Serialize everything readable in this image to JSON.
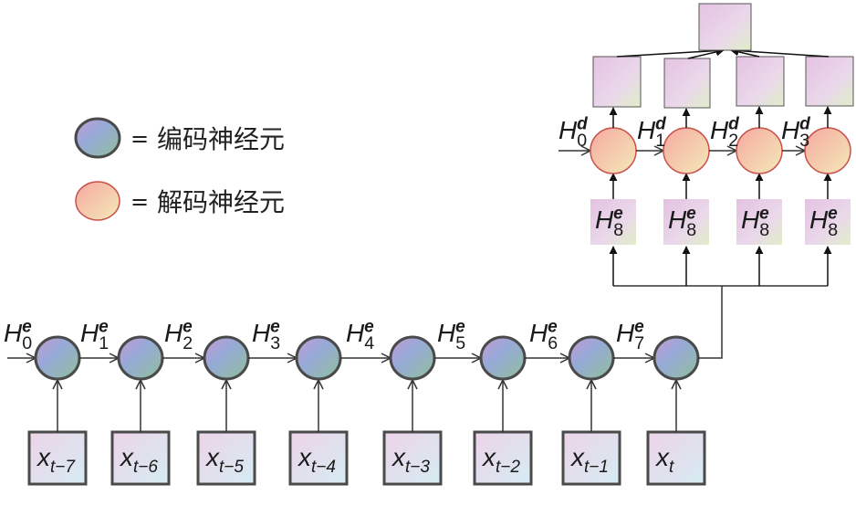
{
  "legend": {
    "items": [
      {
        "symbol": "=",
        "label": "编码神经元",
        "kind": "encoder"
      },
      {
        "symbol": "=",
        "label": "解码神经元",
        "kind": "decoder"
      }
    ]
  },
  "encoder": {
    "states": [
      {
        "base": "H",
        "sub": "0",
        "sup": "e"
      },
      {
        "base": "H",
        "sub": "1",
        "sup": "e"
      },
      {
        "base": "H",
        "sub": "2",
        "sup": "e"
      },
      {
        "base": "H",
        "sub": "3",
        "sup": "e"
      },
      {
        "base": "H",
        "sub": "4",
        "sup": "e"
      },
      {
        "base": "H",
        "sub": "5",
        "sup": "e"
      },
      {
        "base": "H",
        "sub": "6",
        "sup": "e"
      },
      {
        "base": "H",
        "sub": "7",
        "sup": "e"
      }
    ],
    "inputs": [
      {
        "base": "x",
        "sub": "t−7"
      },
      {
        "base": "x",
        "sub": "t−6"
      },
      {
        "base": "x",
        "sub": "t−5"
      },
      {
        "base": "x",
        "sub": "t−4"
      },
      {
        "base": "x",
        "sub": "t−3"
      },
      {
        "base": "x",
        "sub": "t−2"
      },
      {
        "base": "x",
        "sub": "t−1"
      },
      {
        "base": "x",
        "sub": "t"
      }
    ]
  },
  "decoder": {
    "states": [
      {
        "base": "H",
        "sub": "0",
        "sup": "d"
      },
      {
        "base": "H",
        "sub": "1",
        "sup": "d"
      },
      {
        "base": "H",
        "sub": "2",
        "sup": "d"
      },
      {
        "base": "H",
        "sub": "3",
        "sup": "d"
      }
    ],
    "context_inputs": [
      {
        "base": "H",
        "sub": "8",
        "sup": "e"
      },
      {
        "base": "H",
        "sub": "8",
        "sup": "e"
      },
      {
        "base": "H",
        "sub": "8",
        "sup": "e"
      },
      {
        "base": "H",
        "sub": "8",
        "sup": "e"
      }
    ]
  },
  "colors": {
    "encoder_stroke": "#4a4a4a",
    "decoder_stroke": "#c8504a",
    "line": "#333333"
  }
}
